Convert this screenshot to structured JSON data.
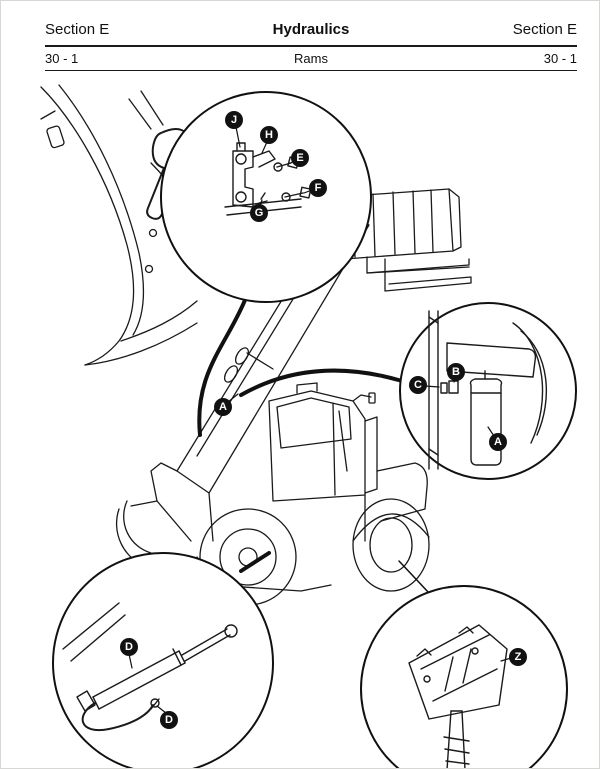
{
  "header": {
    "left": "Section E",
    "center": "Hydraulics",
    "right": "Section E"
  },
  "subheader": {
    "left": "30 - 1",
    "center": "Rams",
    "right": "30 - 1"
  },
  "callouts": {
    "top_detail": {
      "labels": [
        "J",
        "H",
        "E",
        "F",
        "G"
      ]
    },
    "boom": {
      "label": "A"
    },
    "carriage_detail": {
      "labels": [
        "C",
        "B",
        "A"
      ]
    },
    "ram_detail": {
      "labels": [
        "D",
        "D"
      ]
    },
    "mount_detail": {
      "label": "Z"
    }
  },
  "colors": {
    "ink": "#1a1a1a",
    "balloon": "#111111",
    "paper": "#ffffff"
  }
}
